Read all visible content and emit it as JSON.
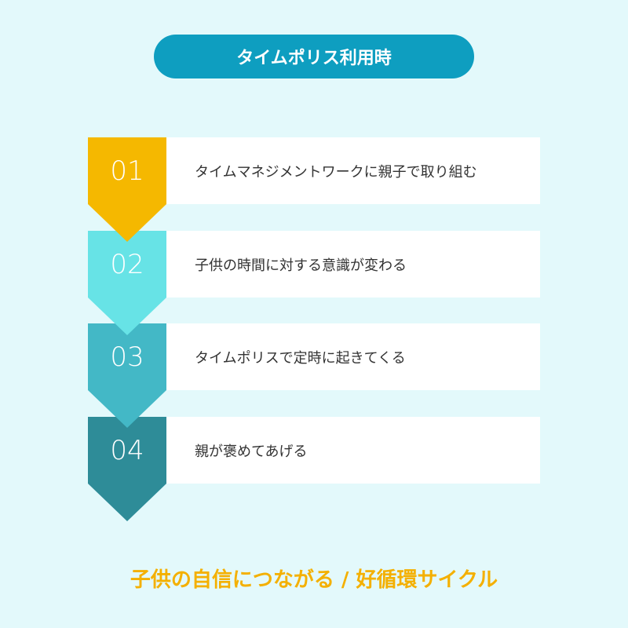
{
  "title": "タイムポリス利用時",
  "steps": [
    {
      "number": "01",
      "text": "タイムマネジメントワークに親子で取り組む",
      "color": "#f5b800"
    },
    {
      "number": "02",
      "text": "子供の時間に対する意識が変わる",
      "color": "#67e3e6"
    },
    {
      "number": "03",
      "text": "タイムポリスで定時に起きてくる",
      "color": "#43b8c6"
    },
    {
      "number": "04",
      "text": "親が褒めてあげる",
      "color": "#2e8c98"
    }
  ],
  "footer": "子供の自信につながる / 好循環サイクル"
}
